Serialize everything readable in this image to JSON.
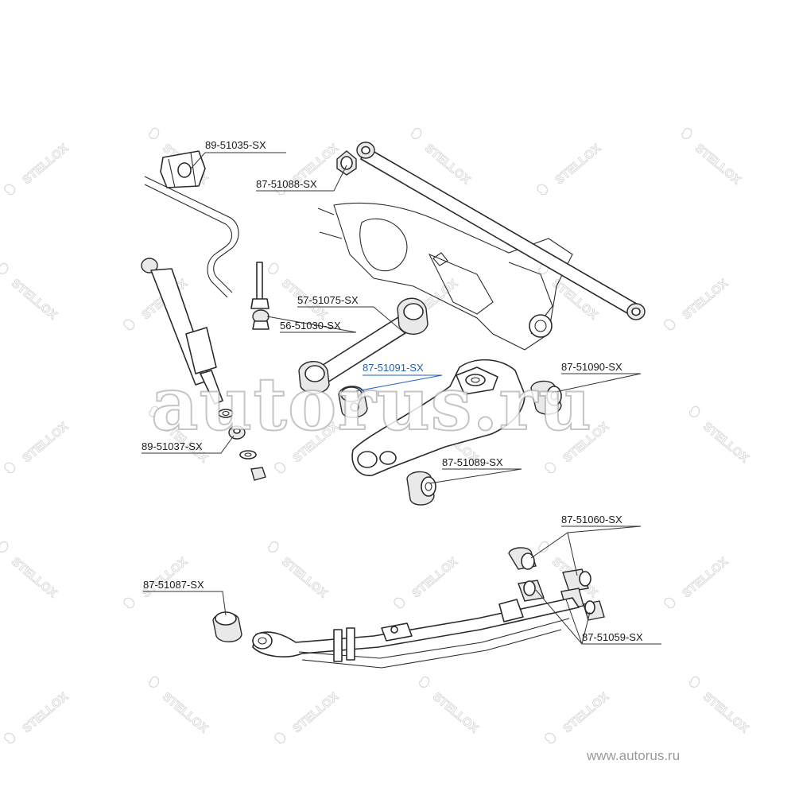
{
  "watermarks": {
    "brand": "STELLOX",
    "main": "autorus.ru",
    "url": "www.autorus.ru"
  },
  "colors": {
    "highlight": "#1f5fb8",
    "ink": "#2a2a2a",
    "watermark": "#d8d8d8"
  },
  "labels": {
    "p89_51035": "89-51035-SX",
    "p87_51088": "87-51088-SX",
    "p57_51075": "57-51075-SX",
    "p56_51030": "56-51030-SX",
    "p87_51091": "87-51091-SX",
    "p87_51090": "87-51090-SX",
    "p89_51037": "89-51037-SX",
    "p87_51089": "87-51089-SX",
    "p87_51060": "87-51060-SX",
    "p87_51087": "87-51087-SX",
    "p87_51059": "87-51059-SX"
  }
}
